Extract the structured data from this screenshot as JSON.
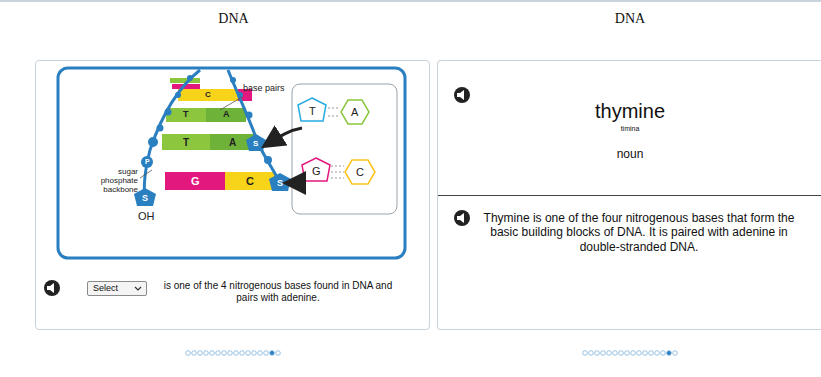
{
  "diagram": {
    "nodes": [
      {
        "text": [
          "DNA",
          "is one of the 4 nitrogenous bases found in DNA and pairs with adenine."
        ]
      },
      {
        "text": [
          "DNA",
          "thymine",
          "timina",
          "noun",
          "Thymine is one of the four nitrogenous bases that form the basic building blocks of DNA. It is paired with adenine in double-stranded DNA."
        ]
      },
      {
        "text": [
          "Select"
        ],
        "in": 0
      }
    ],
    "labels": [
      "base pairs",
      "sugar phosphate backbone",
      "OH",
      "C",
      "T",
      "A",
      "T",
      "A",
      "G",
      "C",
      "S",
      "P",
      "S",
      "S",
      "T",
      "A",
      "G",
      "C"
    ]
  }
}
